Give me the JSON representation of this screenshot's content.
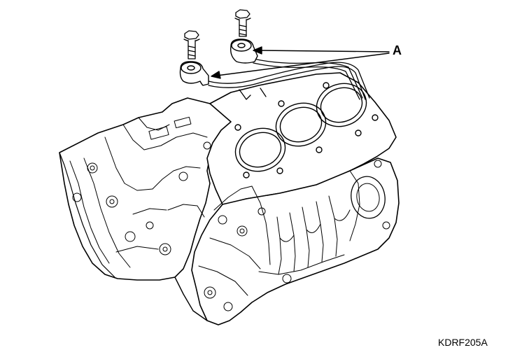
{
  "callout": {
    "label": "A"
  },
  "figure": {
    "code": "KDRF205A"
  },
  "colors": {
    "line": "#000000",
    "background": "#ffffff"
  },
  "parts": {
    "engine": "v6-engine-block",
    "sensors": [
      "knock-sensor-left",
      "knock-sensor-right"
    ],
    "bolts": [
      "sensor-bolt-left",
      "sensor-bolt-right"
    ]
  }
}
